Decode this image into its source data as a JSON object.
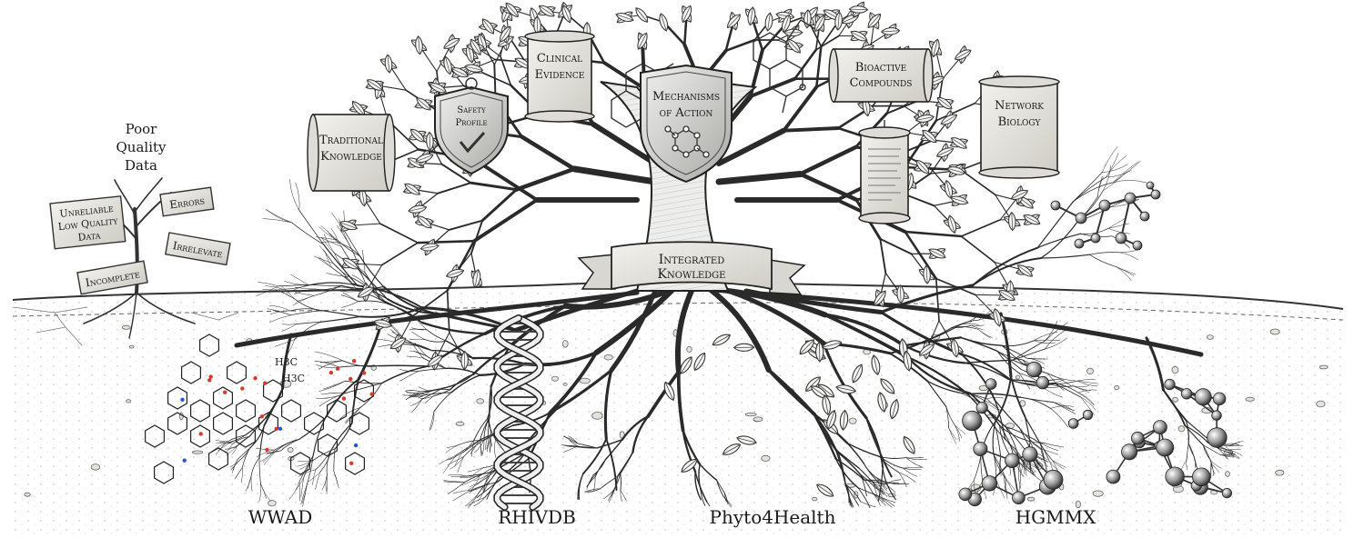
{
  "dead_tree": {
    "title": [
      "Poor",
      "Quality",
      "Data"
    ],
    "signs": {
      "unreliable": [
        "Unreliable",
        "Low Quality",
        "Data"
      ],
      "errors": "Errors",
      "irrelevate": "Irrelevate",
      "incomplete": "Incomplete"
    }
  },
  "canopy": {
    "traditional": [
      "Traditional",
      "Knowledge"
    ],
    "safety": [
      "Safety",
      "Profile"
    ],
    "clinical": [
      "Clinical",
      "Evidence"
    ],
    "mechanisms": [
      "Mechanisms",
      "of Action"
    ],
    "bioactive": [
      "Bioactive",
      "Compounds"
    ],
    "network": [
      "Network",
      "Biology"
    ]
  },
  "trunk_banner": [
    "Integrated",
    "Knowledge"
  ],
  "roots": {
    "sources": [
      "WWAD",
      "RHIVDB",
      "Phyto4Health",
      "HGMMX"
    ]
  },
  "annotations": {
    "methyl_1": "H3C",
    "methyl_2": "H3C"
  },
  "colors": {
    "ink": "#1a1a1a",
    "paper": "#ffffff",
    "soil": "#f4f4f2",
    "parchment": "#e8e6e1",
    "oxygen": "#d63a2f",
    "nitrogen": "#2f55c9"
  }
}
